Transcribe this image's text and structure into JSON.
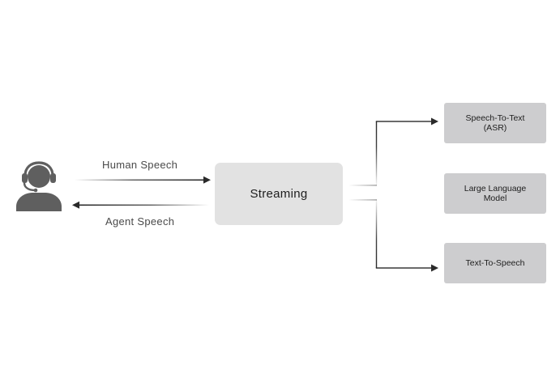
{
  "edges": {
    "human_speech": "Human Speech",
    "agent_speech": "Agent Speech"
  },
  "hub": {
    "label": "Streaming"
  },
  "services": [
    {
      "label": "Speech-To-Text\n(ASR)"
    },
    {
      "label": "Large Language\nModel"
    },
    {
      "label": "Text-To-Speech"
    }
  ],
  "icons": {
    "agent": "headset-agent-icon"
  },
  "colors": {
    "hub_fill": "#e2e2e2",
    "service_fill": "#cdcdcf",
    "arrow": "#2a2a2a",
    "icon": "#5f5f5f"
  }
}
